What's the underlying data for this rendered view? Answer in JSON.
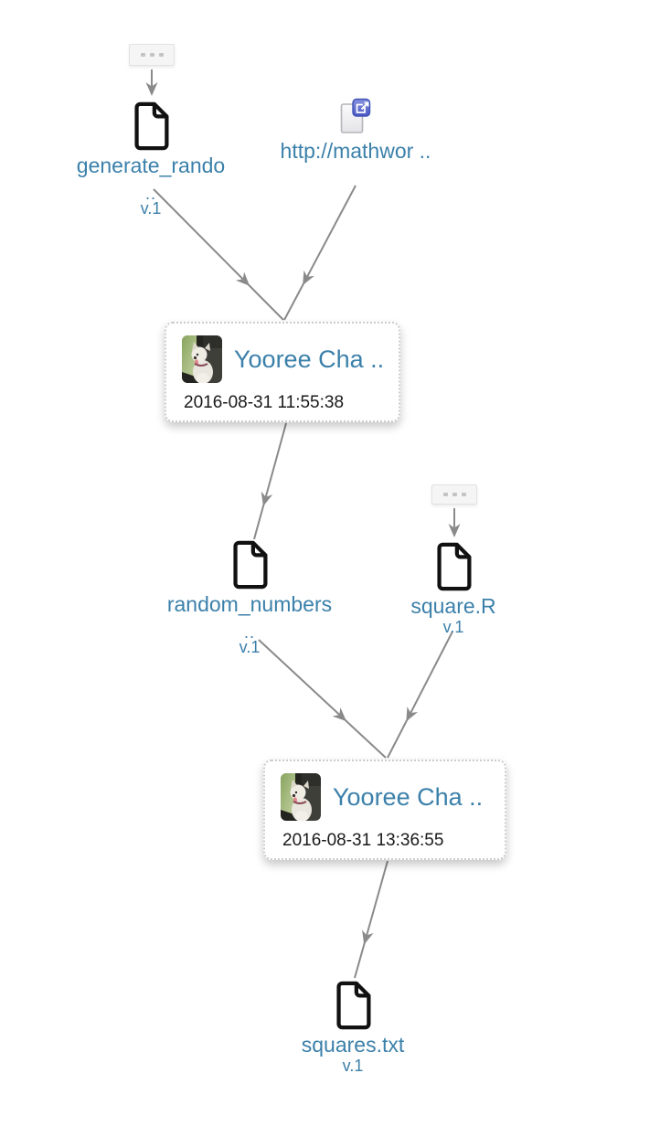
{
  "colors": {
    "node_link": "#3b80aa",
    "edge": "#8a8a8a",
    "timestamp_text": "#1a1a1a",
    "actor_card_background": "#ffffff",
    "actor_card_border": "#cccccc",
    "collapsed_box_background": "#f5f5f5"
  },
  "nodes": {
    "collapsed_top": {
      "icon": "ellipsis-icon"
    },
    "generate_script": {
      "label": "generate_rando",
      "truncation_marker": "..",
      "version": "v.1",
      "icon": "document-icon"
    },
    "url_reference": {
      "label": "http://mathwor ..",
      "icon": "external-link-document-icon"
    },
    "activity_1": {
      "name": "Yooree Cha ..",
      "timestamp": "2016-08-31 11:55:38",
      "icon": "user-avatar-photo"
    },
    "random_numbers": {
      "label": "random_numbers",
      "truncation_marker": "..",
      "version": "v.1",
      "icon": "document-icon"
    },
    "collapsed_square": {
      "icon": "ellipsis-icon"
    },
    "square_script": {
      "label": "square.R",
      "version": "v.1",
      "icon": "document-icon"
    },
    "activity_2": {
      "name": "Yooree Cha ..",
      "timestamp": "2016-08-31 13:36:55",
      "icon": "user-avatar-photo"
    },
    "squares_output": {
      "label": "squares.txt",
      "version": "v.1",
      "icon": "document-icon"
    }
  },
  "edges": [
    {
      "from": "collapsed_top",
      "to": "generate_script"
    },
    {
      "from": "collapsed_square",
      "to": "square_script"
    },
    {
      "from": "generate_script",
      "to": "activity_1"
    },
    {
      "from": "url_reference",
      "to": "activity_1"
    },
    {
      "from": "activity_1",
      "to": "random_numbers"
    },
    {
      "from": "random_numbers",
      "to": "activity_2"
    },
    {
      "from": "square_script",
      "to": "activity_2"
    },
    {
      "from": "activity_2",
      "to": "squares_output"
    }
  ]
}
